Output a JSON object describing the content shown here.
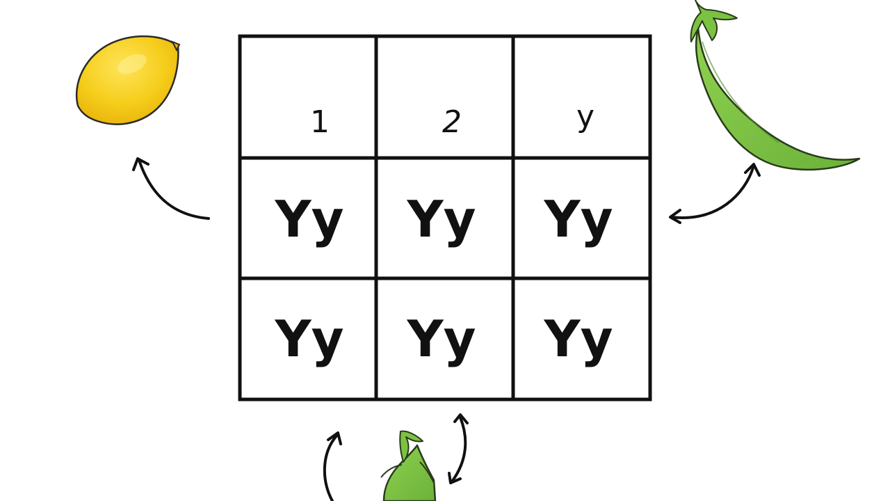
{
  "punnett": {
    "header": [
      "1",
      "2",
      "y"
    ],
    "rows": [
      [
        "Yy",
        "Yy",
        "Yy"
      ],
      [
        "Yy",
        "Yy",
        "Yy"
      ]
    ]
  },
  "colors": {
    "line": "#111111",
    "lemon": "#f5cd1a",
    "pea": "#7cc242"
  },
  "icons": [
    "lemon-icon",
    "pea-pod-icon",
    "pea-sprout-icon"
  ]
}
